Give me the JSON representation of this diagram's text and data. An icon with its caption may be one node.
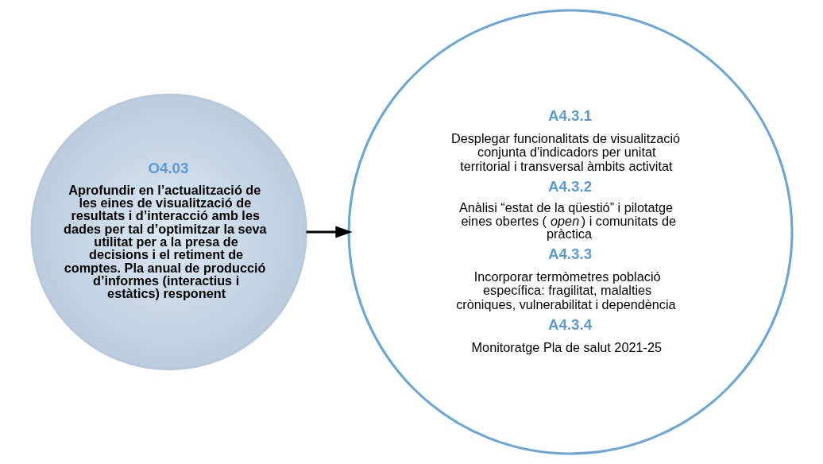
{
  "diagram": {
    "nodes": [
      {
        "text": [
          "O4.03",
          "Aprofundir en l’actualització de les eines de visualització de resultats i d’interacció amb les dades per tal d’optimitzar la seva utilitat per a la presa de decisions i el retiment de comptes. Pla anual de producció d’informes (interactius i estàtics) responent"
        ]
      },
      {
        "text": [
          "A4.3.1",
          "Desplegar funcionalitats de visualització conjunta d'indicadors per unitat territorial i transversal àmbits activitat",
          "A4.3.2",
          "Anàlisi “estat de la qüestió” i pilotatge eines obertes (*open*) i comunitats de pràctica",
          "A4.3.3",
          "Incorporar termòmetres població específica: fragilitat, malalties cròniques, vulnerabilitat i dependència",
          "A4.3.4",
          "Monitoratge Pla de salut 2021-25"
        ]
      }
    ],
    "edges": [
      {
        "from": 0,
        "to": 1,
        "arrow": "to"
      }
    ]
  }
}
